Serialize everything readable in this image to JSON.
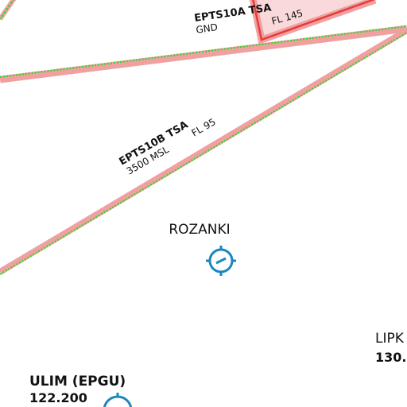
{
  "airspaces": {
    "epts10a": {
      "name": "EPTS10A TSA",
      "lower": "GND",
      "upper": "FL 145"
    },
    "epts10b": {
      "name": "EPTS10B TSA",
      "lower": "3500 MSL",
      "upper": "FL 95"
    }
  },
  "waypoints": {
    "rozanki": {
      "name": "ROZANKI"
    },
    "lipki": {
      "name": "LIPK",
      "frequency": "130."
    },
    "ulim": {
      "name": "ULIM (EPGU)",
      "frequency": "122.200"
    }
  },
  "colors": {
    "tsa_border": "#f0a0a0",
    "tsa_fill": "#f9d9d9",
    "tsa_red": "#e83a3a",
    "boundary_green": "#22dd22",
    "navaid_blue": "#1a86c0"
  }
}
